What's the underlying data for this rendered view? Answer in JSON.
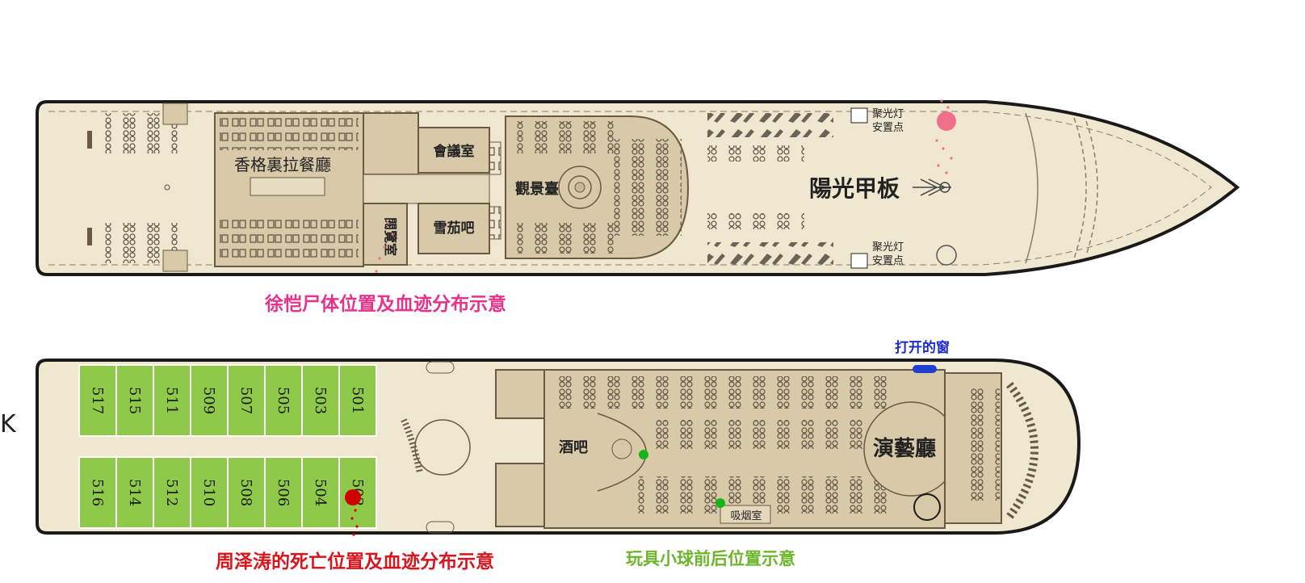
{
  "colors": {
    "hull_fill": "#efe7cf",
    "hull_stroke": "#1a1a1a",
    "room_fill": "#d8c9a8",
    "room_stroke": "#6a5a44",
    "cabin_fill": "#8fc94a",
    "blood_top": "#f0708c",
    "blood_bottom": "#d00000",
    "ball_marker": "#17b417",
    "window_marker": "#1e3fd0",
    "caption_top": "#e6338a",
    "caption_bottom": "#d9141d",
    "caption_ball": "#6db52c",
    "caption_window": "#1b2bd1"
  },
  "upper_deck": {
    "dining_hall": "香格裏拉餐廳",
    "meeting_room": "會議室",
    "reading_room": "閱覽室",
    "cigar_bar": "雪茄吧",
    "observation": "觀景臺",
    "sun_deck": "陽光甲板",
    "spotlight_1": [
      "聚光灯",
      "安置点"
    ],
    "spotlight_2": [
      "聚光灯",
      "安置点"
    ]
  },
  "lower_deck": {
    "cabins_top": [
      "517",
      "515",
      "511",
      "509",
      "507",
      "505",
      "503",
      "501"
    ],
    "cabins_bottom": [
      "516",
      "514",
      "512",
      "510",
      "508",
      "506",
      "504",
      "502"
    ],
    "bar": "酒吧",
    "theater": "演藝廳",
    "smoking_room": "吸烟室"
  },
  "captions": {
    "top_body": "徐恺尸体位置及血迹分布示意",
    "bottom_death": "周泽涛的死亡位置及血迹分布示意",
    "ball": "玩具小球前后位置示意",
    "window": "打开的窗"
  },
  "edge_letter": "K"
}
